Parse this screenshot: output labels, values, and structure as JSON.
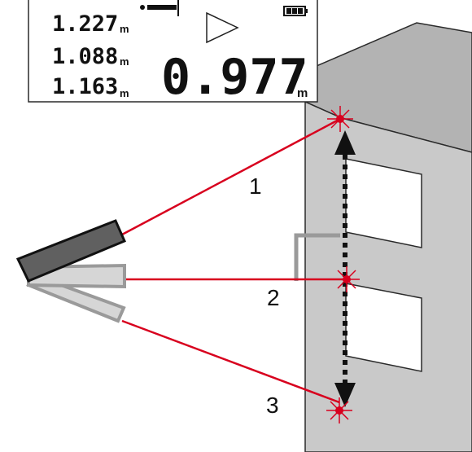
{
  "display": {
    "readings": [
      {
        "value": "1.227",
        "unit": "m"
      },
      {
        "value": "1.088",
        "unit": "m"
      },
      {
        "value": "1.163",
        "unit": "m"
      }
    ],
    "main": {
      "value": "0.977",
      "unit": "m"
    }
  },
  "beams": [
    {
      "label": "1"
    },
    {
      "label": "2"
    },
    {
      "label": "3"
    }
  ],
  "colors": {
    "laser": "#d8001e",
    "building": "#c9c9c9",
    "roof": "#b3b3b3",
    "device_active": "#606060",
    "device_ghost": "#d6d6d6",
    "outline": "#2a2a2a"
  }
}
